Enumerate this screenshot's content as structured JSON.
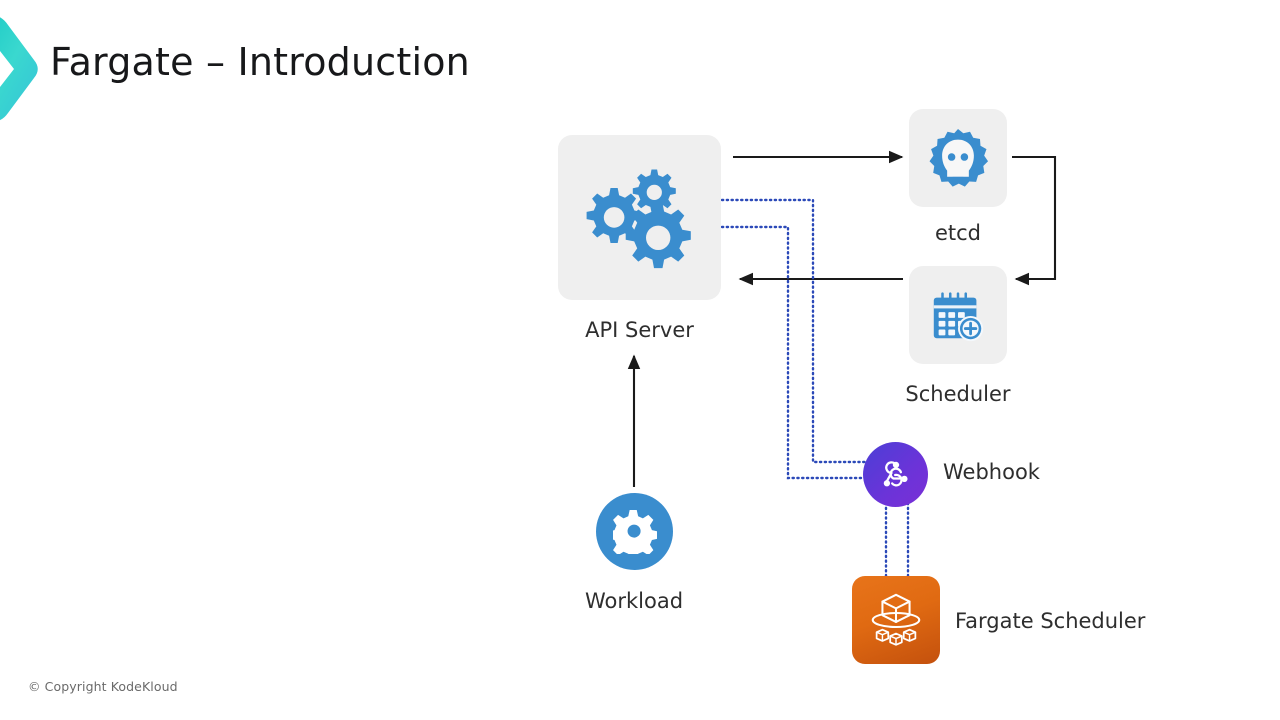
{
  "slide": {
    "title": "Fargate – Introduction",
    "logo_icon": "chevron-logo",
    "footer": "© Copyright KodeKloud",
    "accent_colors": {
      "logo_gradient_start": "#2fd8c8",
      "logo_gradient_end": "#34bfd4",
      "tile_background": "#efefef",
      "icon_blue": "#3a8dce",
      "webhook_purple": "#5b35d6",
      "fargate_orange": "#e0700f",
      "connector_black": "#1a1a1a",
      "connector_dotted_blue": "#2b49b8"
    }
  },
  "diagram": {
    "nodes": [
      {
        "id": "api-server",
        "label": "API Server",
        "icon": "gears-icon",
        "shape": "rounded-tile"
      },
      {
        "id": "etcd",
        "label": "etcd",
        "icon": "etcd-logo-icon",
        "shape": "rounded-tile"
      },
      {
        "id": "scheduler",
        "label": "Scheduler",
        "icon": "calendar-add-icon",
        "shape": "rounded-tile"
      },
      {
        "id": "workload",
        "label": "Workload",
        "icon": "gear-circle-icon",
        "shape": "circle"
      },
      {
        "id": "webhook",
        "label": "Webhook",
        "icon": "webhook-logo-icon",
        "shape": "circle"
      },
      {
        "id": "fargate-scheduler",
        "label": "Fargate Scheduler",
        "icon": "aws-fargate-icon",
        "shape": "rounded-tile"
      }
    ],
    "connectors": [
      {
        "id": "api-to-etcd",
        "from": "api-server",
        "to": "etcd",
        "style": "solid",
        "arrow": true
      },
      {
        "id": "etcd-to-scheduler",
        "from": "etcd",
        "to": "scheduler",
        "style": "solid",
        "arrow": true
      },
      {
        "id": "scheduler-to-api",
        "from": "scheduler",
        "to": "api-server",
        "style": "solid",
        "arrow": true
      },
      {
        "id": "workload-to-api",
        "from": "workload",
        "to": "api-server",
        "style": "solid",
        "arrow": true
      },
      {
        "id": "api-to-webhook-outer",
        "from": "api-server",
        "to": "webhook",
        "style": "dotted",
        "arrow": false
      },
      {
        "id": "api-to-webhook-inner",
        "from": "api-server",
        "to": "webhook",
        "style": "dotted",
        "arrow": false
      },
      {
        "id": "webhook-to-fargate-left",
        "from": "webhook",
        "to": "fargate-scheduler",
        "style": "dotted",
        "arrow": false
      },
      {
        "id": "webhook-to-fargate-right",
        "from": "webhook",
        "to": "fargate-scheduler",
        "style": "dotted",
        "arrow": false
      }
    ]
  }
}
